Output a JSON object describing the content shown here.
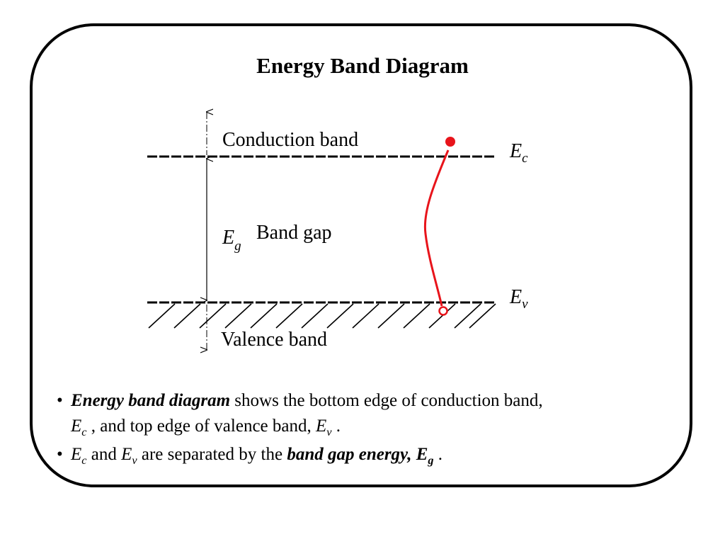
{
  "title": "Energy Band Diagram",
  "diagram": {
    "conduction_label": "Conduction band",
    "bandgap_label": "Band gap",
    "valence_label": "Valence band",
    "eg_symbol": "E",
    "eg_sub": "g",
    "ec_symbol": "E",
    "ec_sub": "c",
    "ev_symbol": "E",
    "ev_sub": "v",
    "electron_color": "#e8141b",
    "hole_color": "#e8141b"
  },
  "bullets": {
    "bullet_char": "•",
    "b1": {
      "term": "Energy band diagram",
      "text1": " shows the bottom edge of conduction band,",
      "e": "E",
      "e_sub": "c",
      "text2": " , and top edge of valence band, ",
      "e2": "E",
      "e2_sub": "v",
      "text3": " ."
    },
    "b2": {
      "e": "E",
      "e_sub": "c",
      "text1": " and ",
      "e2": "E",
      "e2_sub": "v",
      "text2": " are separated by the ",
      "term": "band gap energy",
      "comma": ", ",
      "e3": "E",
      "e3_sub": "g",
      "text3": " ."
    }
  }
}
